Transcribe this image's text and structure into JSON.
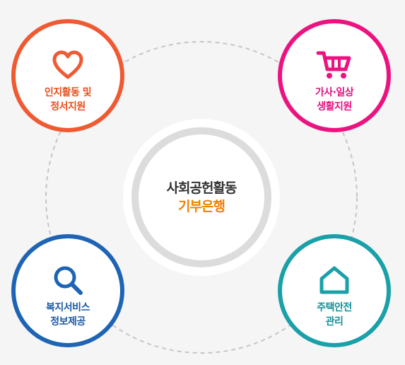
{
  "center": {
    "line1": "사회공헌활동",
    "line2": "기부은행"
  },
  "nodes": [
    {
      "id": "care",
      "line1": "인지활동 및",
      "line2": "정서지원",
      "icon": "heart-icon",
      "color": "#ef5a33"
    },
    {
      "id": "housework",
      "line1": "가사·일상",
      "line2": "생활지원",
      "icon": "cart-icon",
      "color": "#ec1380"
    },
    {
      "id": "welfare",
      "line1": "복지서비스",
      "line2": "정보제공",
      "icon": "search-icon",
      "color": "#1e64b4"
    },
    {
      "id": "housing",
      "line1": "주택안전",
      "line2": "관리",
      "icon": "house-icon",
      "color": "#1aa0a8"
    }
  ],
  "colors": {
    "center_accent": "#f08200",
    "center_ring": "#dcdcdc",
    "dashed_orbit": "#c8c8c8"
  }
}
